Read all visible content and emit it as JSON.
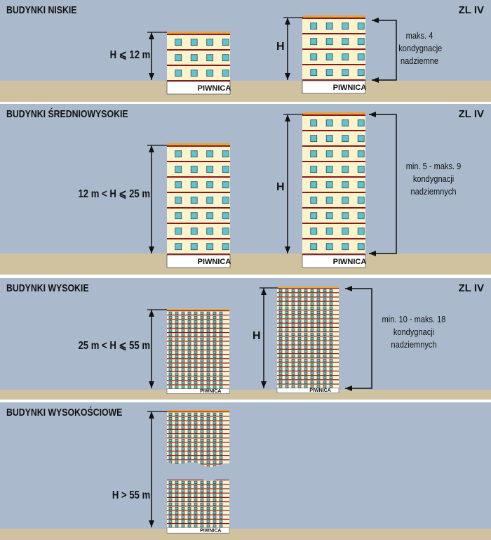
{
  "panels": [
    {
      "title": "BUDYNKI NISKIE",
      "class_label": "ZL IV",
      "height_rule": "H ⩽ 12 m",
      "height_symbol": "H",
      "storeys_text": [
        "maks. 4",
        "kondygnacje",
        "nadziemne"
      ],
      "basement_label": "PIWNICA",
      "left_building_floors": 3,
      "right_building_floors": 4
    },
    {
      "title": "BUDYNKI ŚREDNIOWYSOKIE",
      "class_label": "ZL IV",
      "height_rule": "12 m < H ⩽ 25 m",
      "height_symbol": "H",
      "storeys_text": [
        "min. 5 - maks. 9",
        "kondygnacji",
        "nadziemnych"
      ],
      "basement_label": "PIWNICA",
      "left_building_floors": 7,
      "right_building_floors": 9
    },
    {
      "title": "BUDYNKI WYSOKIE",
      "class_label": "ZL IV",
      "height_rule": "25 m < H ⩽ 55 m",
      "height_symbol": "H",
      "storeys_text": [
        "min. 10 - maks. 18",
        "kondygnacji",
        "nadziemnych"
      ],
      "basement_label": "PIWNICA",
      "left_building_floors": 10,
      "right_building_floors": 18
    },
    {
      "title": "BUDYNKI WYSOKOŚCIOWE",
      "height_rule": "H > 55 m",
      "basement_label": "PIWNICA"
    }
  ],
  "colors": {
    "background": "#aabacc",
    "ground": "#d0c29e",
    "facade": "#fbf3cc",
    "floor_line": "#8a1a1a",
    "window": "#62c3cf",
    "roof": "#e8a33a",
    "basement": "#ffffff"
  }
}
